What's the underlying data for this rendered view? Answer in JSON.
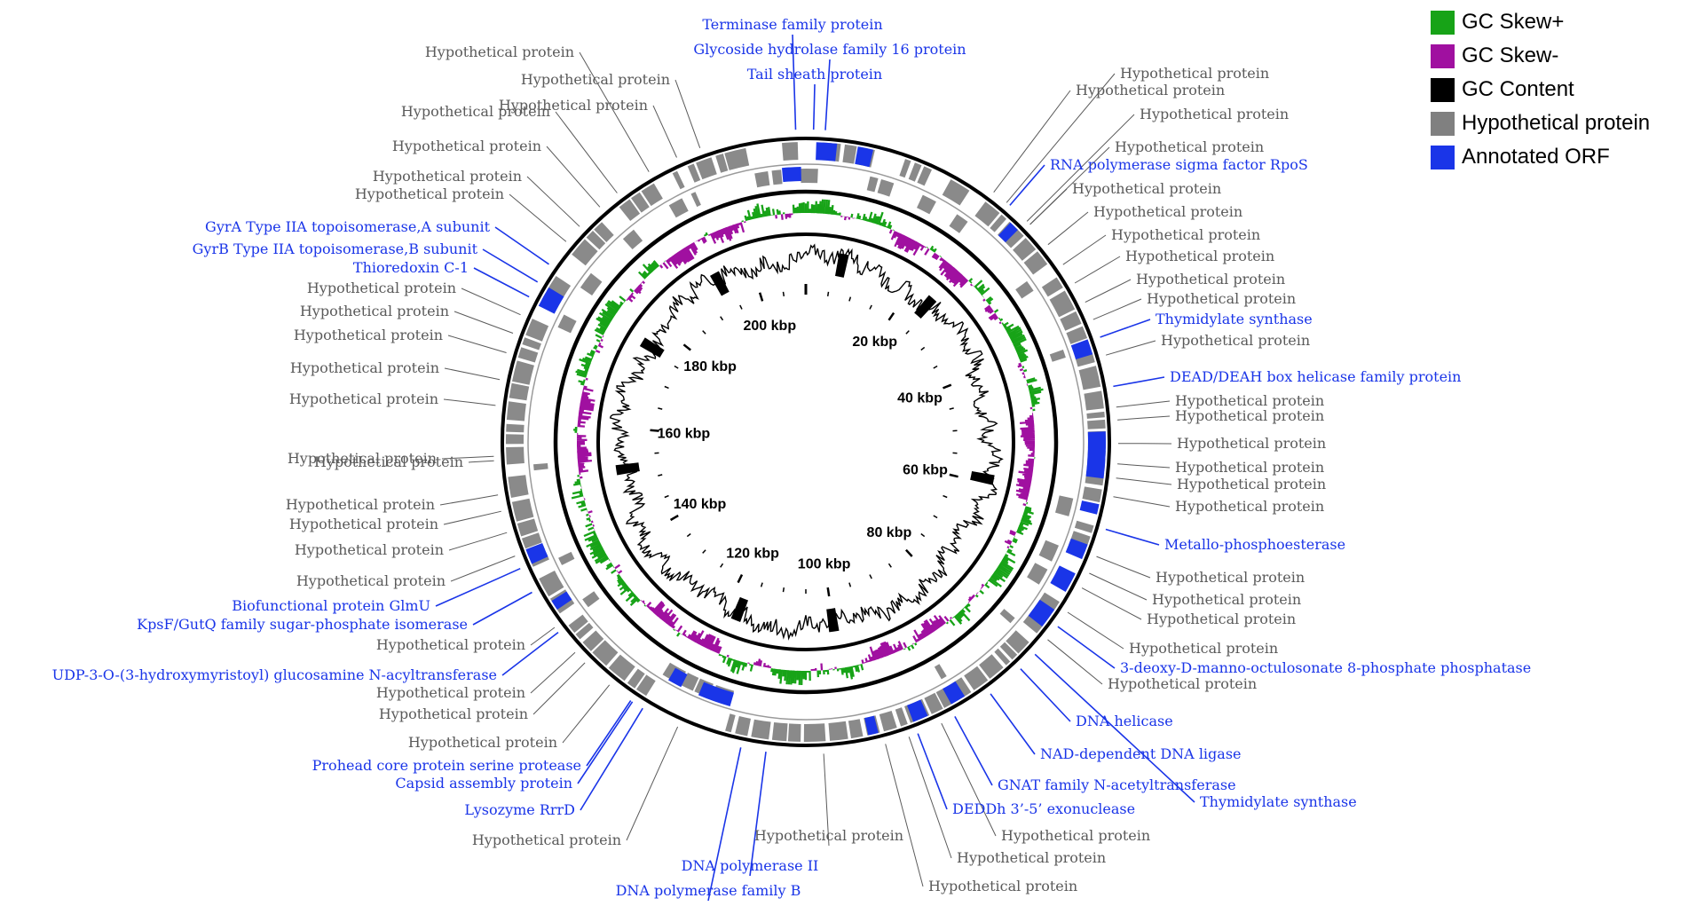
{
  "legend": [
    {
      "label": "GC Skew+",
      "color": "#17a317"
    },
    {
      "label": "GC Skew-",
      "color": "#a010a0"
    },
    {
      "label": "GC Content",
      "color": "#000000"
    },
    {
      "label": "Hypothetical protein",
      "color": "#808080"
    },
    {
      "label": "Annotated ORF",
      "color": "#1a35e8"
    }
  ],
  "colors": {
    "annotated": "#1a35e8",
    "hypothetical": "#5a5a5a",
    "gcpos": "#17a317",
    "gcneg": "#a010a0",
    "gccontent": "#000000",
    "gene_grey": "#808080"
  },
  "ruler_labels": [
    "20 kbp",
    "40 kbp",
    "60 kbp",
    "80 kbp",
    "100 kbp",
    "120 kbp",
    "140 kbp",
    "160 kbp",
    "180 kbp",
    "200 kbp"
  ],
  "labels": [
    {
      "text": "Terminase family protein",
      "type": "annotated"
    },
    {
      "text": "Glycoside hydrolase family 16 protein",
      "type": "annotated"
    },
    {
      "text": "Tail sheath protein",
      "type": "annotated"
    },
    {
      "text": "Hypothetical protein",
      "type": "hypothetical"
    },
    {
      "text": "Hypothetical protein",
      "type": "hypothetical"
    },
    {
      "text": "Hypothetical protein",
      "type": "hypothetical"
    },
    {
      "text": "Hypothetical protein",
      "type": "hypothetical"
    },
    {
      "text": "RNA polymerase sigma factor RpoS",
      "type": "annotated"
    },
    {
      "text": "Hypothetical protein",
      "type": "hypothetical"
    },
    {
      "text": "Hypothetical protein",
      "type": "hypothetical"
    },
    {
      "text": "Hypothetical protein",
      "type": "hypothetical"
    },
    {
      "text": "Hypothetical protein",
      "type": "hypothetical"
    },
    {
      "text": "Hypothetical protein",
      "type": "hypothetical"
    },
    {
      "text": "Hypothetical protein",
      "type": "hypothetical"
    },
    {
      "text": "Thymidylate synthase",
      "type": "annotated"
    },
    {
      "text": "Hypothetical protein",
      "type": "hypothetical"
    },
    {
      "text": "DEAD/DEAH box helicase family protein",
      "type": "annotated"
    },
    {
      "text": "Hypothetical protein",
      "type": "hypothetical"
    },
    {
      "text": "Hypothetical protein",
      "type": "hypothetical"
    },
    {
      "text": "Hypothetical protein",
      "type": "hypothetical"
    },
    {
      "text": "Hypothetical protein",
      "type": "hypothetical"
    },
    {
      "text": "Hypothetical protein",
      "type": "hypothetical"
    },
    {
      "text": "Hypothetical protein",
      "type": "hypothetical"
    },
    {
      "text": "Metallo-phosphoesterase",
      "type": "annotated"
    },
    {
      "text": "Hypothetical protein",
      "type": "hypothetical"
    },
    {
      "text": "Hypothetical protein",
      "type": "hypothetical"
    },
    {
      "text": "Hypothetical protein",
      "type": "hypothetical"
    },
    {
      "text": "Hypothetical protein",
      "type": "hypothetical"
    },
    {
      "text": "3-deoxy-D-manno-octulosonate 8-phosphate phosphatase",
      "type": "annotated"
    },
    {
      "text": "Hypothetical protein",
      "type": "hypothetical"
    },
    {
      "text": "DNA helicase",
      "type": "annotated"
    },
    {
      "text": "NAD-dependent DNA ligase",
      "type": "annotated"
    },
    {
      "text": "GNAT family N-acetyltransferase",
      "type": "annotated"
    },
    {
      "text": "Thymidylate synthase",
      "type": "annotated"
    },
    {
      "text": "DEDDh 3’-5’ exonuclease",
      "type": "annotated"
    },
    {
      "text": "Hypothetical protein",
      "type": "hypothetical"
    },
    {
      "text": "Hypothetical protein",
      "type": "hypothetical"
    },
    {
      "text": "Hypothetical protein",
      "type": "hypothetical"
    },
    {
      "text": "Hypothetical protein",
      "type": "hypothetical"
    },
    {
      "text": "DNA polymerase II",
      "type": "annotated"
    },
    {
      "text": "DNA polymerase family B",
      "type": "annotated"
    },
    {
      "text": "Hypothetical protein",
      "type": "hypothetical"
    },
    {
      "text": "Lysozyme RrrD",
      "type": "annotated"
    },
    {
      "text": "Capsid assembly protein",
      "type": "annotated"
    },
    {
      "text": "Prohead core protein serine protease",
      "type": "annotated"
    },
    {
      "text": "Hypothetical protein",
      "type": "hypothetical"
    },
    {
      "text": "Hypothetical protein",
      "type": "hypothetical"
    },
    {
      "text": "Hypothetical protein",
      "type": "hypothetical"
    },
    {
      "text": "Hypothetical protein",
      "type": "hypothetical"
    },
    {
      "text": "UDP-3-O-(3-hydroxymyristoyl) glucosamine N-acyltransferase",
      "type": "annotated"
    },
    {
      "text": "Hypothetical protein",
      "type": "hypothetical"
    },
    {
      "text": "KpsF/GutQ family sugar-phosphate isomerase",
      "type": "annotated"
    },
    {
      "text": "Biofunctional protein GlmU",
      "type": "annotated"
    },
    {
      "text": "Hypothetical protein",
      "type": "hypothetical"
    },
    {
      "text": "Hypothetical protein",
      "type": "hypothetical"
    },
    {
      "text": "Hypothetical protein",
      "type": "hypothetical"
    },
    {
      "text": "Hypothetical protein",
      "type": "hypothetical"
    },
    {
      "text": "Hypothetical protein",
      "type": "hypothetical"
    },
    {
      "text": "Hypothetical protein",
      "type": "hypothetical"
    },
    {
      "text": "Hypothetical protein",
      "type": "hypothetical"
    },
    {
      "text": "Hypothetical protein",
      "type": "hypothetical"
    },
    {
      "text": "Hypothetical protein",
      "type": "hypothetical"
    },
    {
      "text": "Hypothetical protein",
      "type": "hypothetical"
    },
    {
      "text": "Thioredoxin C-1",
      "type": "annotated"
    },
    {
      "text": "GyrB Type IIA topoisomerase,B subunit",
      "type": "annotated"
    },
    {
      "text": "GyrA Type IIA topoisomerase,A subunit",
      "type": "annotated"
    },
    {
      "text": "Hypothetical protein",
      "type": "hypothetical"
    },
    {
      "text": "Hypothetical protein",
      "type": "hypothetical"
    },
    {
      "text": "Hypothetical protein",
      "type": "hypothetical"
    },
    {
      "text": "Hypothetical protein",
      "type": "hypothetical"
    },
    {
      "text": "Hypothetical protein",
      "type": "hypothetical"
    },
    {
      "text": "Hypothetical protein",
      "type": "hypothetical"
    },
    {
      "text": "Hypothetical protein",
      "type": "hypothetical"
    }
  ]
}
